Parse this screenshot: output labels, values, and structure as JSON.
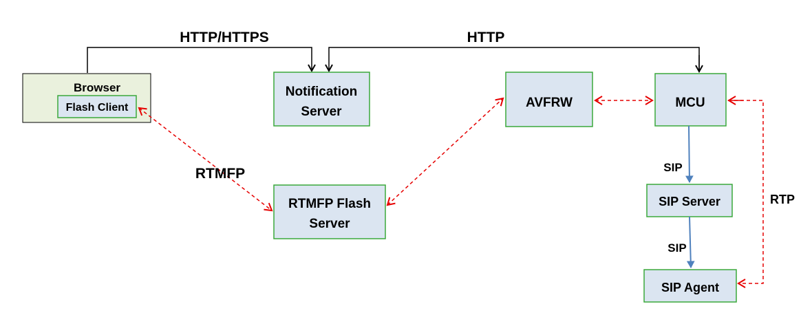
{
  "nodes": {
    "browser": {
      "label": "Browser"
    },
    "flash_client": {
      "label": "Flash Client"
    },
    "notification_server": {
      "label_line1": "Notification",
      "label_line2": "Server"
    },
    "avfrw": {
      "label": "AVFRW"
    },
    "mcu": {
      "label": "MCU"
    },
    "rtmfp_flash_server": {
      "label_line1": "RTMFP Flash",
      "label_line2": "Server"
    },
    "sip_server": {
      "label": "SIP Server"
    },
    "sip_agent": {
      "label": "SIP Agent"
    }
  },
  "edges": {
    "http_https": "HTTP/HTTPS",
    "http": "HTTP",
    "rtmfp": "RTMFP",
    "sip_1": "SIP",
    "sip_2": "SIP",
    "rtp": "RTP"
  },
  "colors": {
    "box_fill": "#dbe5f1",
    "browser_fill": "#eaf1dd",
    "box_border": "#3aa83a",
    "http_line": "#000000",
    "media_line": "#e60000",
    "sip_line": "#4f81bd"
  }
}
